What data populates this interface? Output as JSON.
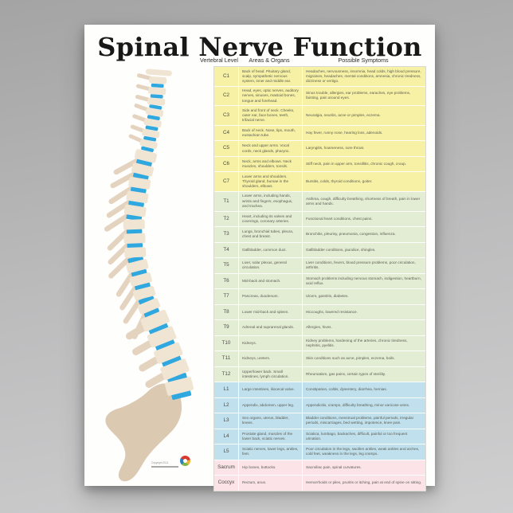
{
  "title": "Spinal Nerve Function",
  "columns": [
    "Vertebral Level",
    "Areas & Organs",
    "Possible Symptoms"
  ],
  "copyright": "Copyright 2011",
  "colors": {
    "cervical_bg": "#F6F1A4",
    "thoracic_bg": "#E3EDD4",
    "lumbar_bg": "#BFE0EC",
    "sacral_bg": "#FBE3E8",
    "disc_blue": "#2FA7DF",
    "bone_beige": "#F0E4D2"
  },
  "rows": [
    {
      "level": "C1",
      "section": "cervical",
      "areas": "Back of head. Pituitary gland, scalp, sympathetic nervous system, inner and middle ear.",
      "symptoms": "Headaches, nervousness, insomnia, head colds, high blood pressure, migraines, headaches, mental conditions, amnesia, chronic tiredness, dizziness or vertigo."
    },
    {
      "level": "C2",
      "section": "cervical",
      "areas": "Head, eyes, optic nerves, auditory nerves, sinuses, mastoid bones, tongue and forehead.",
      "symptoms": "Sinus trouble, allergies, ear problems, earaches, eye problems, fainting, pain around eyes."
    },
    {
      "level": "C3",
      "section": "cervical",
      "areas": "Side and front of neck. Cheeks, outer ear, face bones, teeth, trifacial nerve.",
      "symptoms": "Neuralgia, neuritis, acne or pimples, eczema."
    },
    {
      "level": "C4",
      "section": "cervical",
      "areas": "Back of neck. Nose, lips, mouth, eustachian tube.",
      "symptoms": "Hay fever, runny nose, hearing loss, adenoids."
    },
    {
      "level": "C5",
      "section": "cervical",
      "areas": "Neck and upper arms. Vocal cords, neck glands, pharynx.",
      "symptoms": "Laryngitis, hoarseness, sore throat."
    },
    {
      "level": "C6",
      "section": "cervical",
      "areas": "Neck, arms and elbows. Neck muscles, shoulders, tonsils.",
      "symptoms": "Stiff neck, pain in upper arm, tonsillitis, chronic cough, croup."
    },
    {
      "level": "C7",
      "section": "cervical",
      "areas": "Lower arms and shoulders. Thyroid gland, bursae in the shoulders, elbows.",
      "symptoms": "Bursitis, colds, thyroid conditions, goiter."
    },
    {
      "level": "T1",
      "section": "thoracic",
      "areas": "Lower arms, including hands, wrists and fingers, esophagus, and trachea.",
      "symptoms": "Asthma, cough, difficulty breathing, shortness of breath, pain in lower arms and hands."
    },
    {
      "level": "T2",
      "section": "thoracic",
      "areas": "Heart, including its valves and coverings, coronary arteries.",
      "symptoms": "Functional heart conditions, chest pains."
    },
    {
      "level": "T3",
      "section": "thoracic",
      "areas": "Lungs, bronchial tubes, pleura, chest and breast.",
      "symptoms": "Bronchitis, pleurisy, pneumonia, congestion, influenza."
    },
    {
      "level": "T4",
      "section": "thoracic",
      "areas": "Gallbladder, common duct.",
      "symptoms": "Gallbladder conditions, jaundice, shingles."
    },
    {
      "level": "T5",
      "section": "thoracic",
      "areas": "Liver, solar plexus, general circulation.",
      "symptoms": "Liver conditions, fevers, blood pressure problems, poor circulation, arthritis."
    },
    {
      "level": "T6",
      "section": "thoracic",
      "areas": "Mid-back and stomach.",
      "symptoms": "Stomach problems including nervous stomach, indigestion, heartburn, acid reflux."
    },
    {
      "level": "T7",
      "section": "thoracic",
      "areas": "Pancreas, duodenum.",
      "symptoms": "Ulcers, gastritis, diabetes."
    },
    {
      "level": "T8",
      "section": "thoracic",
      "areas": "Lower mid-back and spleen.",
      "symptoms": "Hiccoughs, lowered resistance."
    },
    {
      "level": "T9",
      "section": "thoracic",
      "areas": "Adrenal and suprarenal glands.",
      "symptoms": "Allergies, hives."
    },
    {
      "level": "T10",
      "section": "thoracic",
      "areas": "Kidneys.",
      "symptoms": "Kidney problems, hardening of the arteries, chronic tiredness, nephritis, pyelitis."
    },
    {
      "level": "T11",
      "section": "thoracic",
      "areas": "Kidneys, ureters.",
      "symptoms": "Skin conditions such as acne, pimples, eczema, boils."
    },
    {
      "level": "T12",
      "section": "thoracic",
      "areas": "Upper/lower back. Small intestines, lymph circulation.",
      "symptoms": "Rheumatism, gas pains, certain types of sterility."
    },
    {
      "level": "L1",
      "section": "lumbar",
      "areas": "Large intestines, iliocecal valve.",
      "symptoms": "Constipation, colitis, dysentery, diarrhea, hernias."
    },
    {
      "level": "L2",
      "section": "lumbar",
      "areas": "Appendix, abdomen, upper leg.",
      "symptoms": "Appendicitis, cramps, difficulty breathing, minor varicose veins."
    },
    {
      "level": "L3",
      "section": "lumbar",
      "areas": "Sex organs, uterus, bladder, knees.",
      "symptoms": "Bladder conditions, menstrual problems, painful periods, irregular periods, miscarriages, bed wetting, impotence, knee pain."
    },
    {
      "level": "L4",
      "section": "lumbar",
      "areas": "Prostate gland, muscles of the lower back, sciatic nerves.",
      "symptoms": "Sciatica, lumbago, backaches, difficult, painful or too frequent urination."
    },
    {
      "level": "L5",
      "section": "lumbar",
      "areas": "Sciatic nerves, lower legs, ankles, feet.",
      "symptoms": "Poor circulation in the legs, swollen ankles, weak ankles and arches, cold feet, weakness in the legs, leg cramps."
    },
    {
      "level": "Sacrum",
      "section": "sacral",
      "areas": "Hip bones, buttocks.",
      "symptoms": "Sacroiliac pain, spinal curvatures."
    },
    {
      "level": "Coccyx",
      "section": "sacral",
      "areas": "Rectum, anus.",
      "symptoms": "Hemorrhoids or piles, pruritis or itching, pain at end of spine on sitting."
    }
  ]
}
